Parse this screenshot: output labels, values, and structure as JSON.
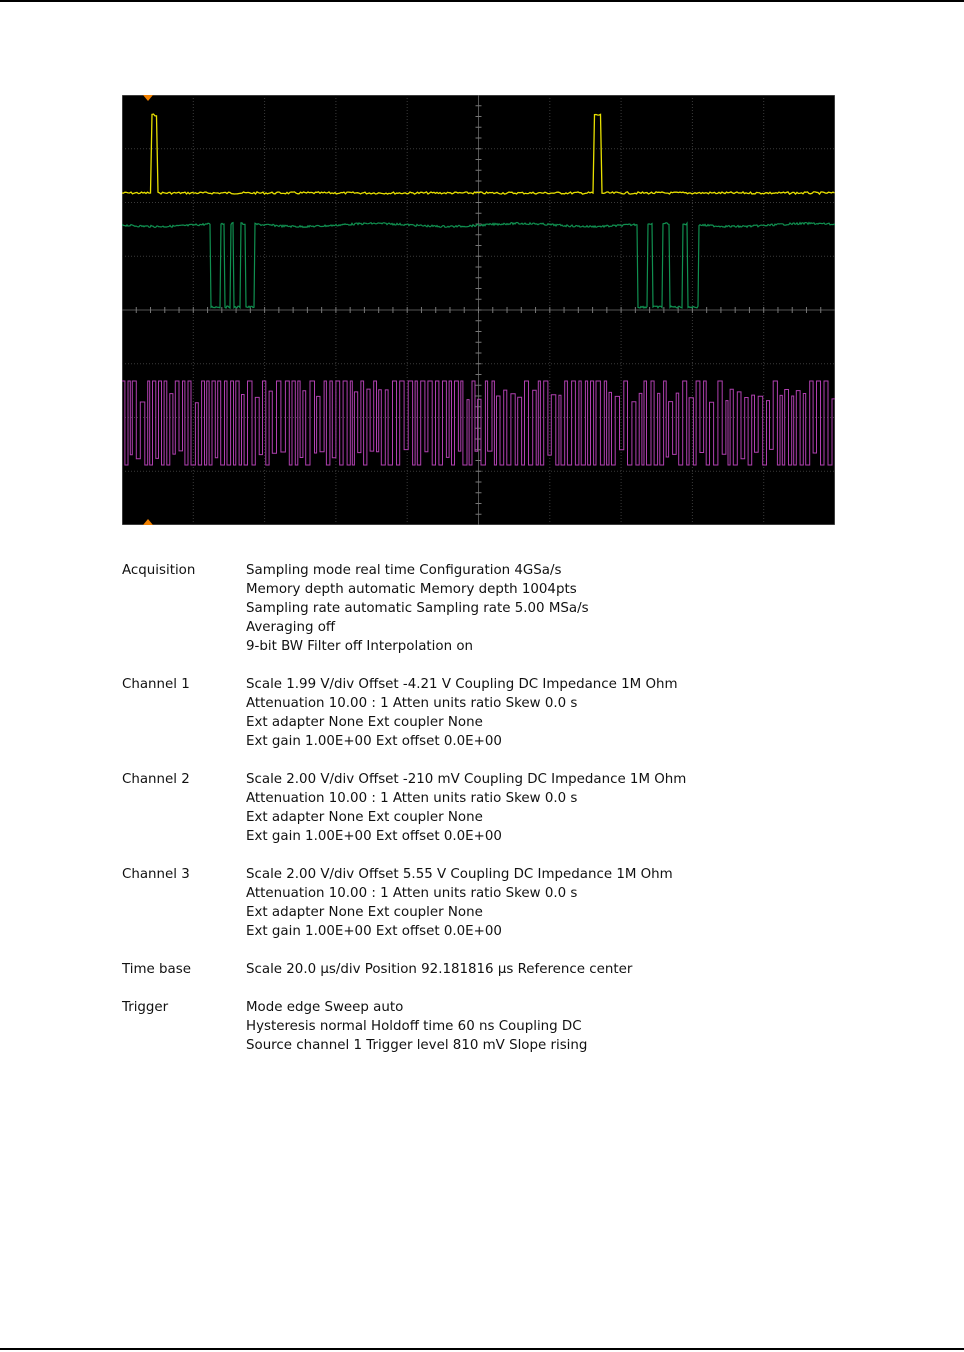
{
  "colors": {
    "screen_background": "#000000",
    "grid": "#3a3a3a",
    "channel1": "#e8e000",
    "channel2": "#109050",
    "channel3": "#b040b0",
    "trigger_marker": "#f08000"
  },
  "sections": [
    {
      "label": "Acquisition",
      "lines": [
        "Sampling mode real time Configuration 4GSa/s",
        "Memory depth automatic Memory depth 1004pts",
        "Sampling rate automatic Sampling rate 5.00 MSa/s",
        "Averaging off",
        "9-bit BW Filter off Interpolation on"
      ]
    },
    {
      "label": "Channel 1",
      "lines": [
        "Scale 1.99 V/div Offset -4.21 V Coupling DC Impedance 1M Ohm",
        "Attenuation 10.00  : 1 Atten units ratio Skew 0.0 s",
        "Ext adapter None Ext coupler None",
        "Ext gain 1.00E+00 Ext offset 0.0E+00"
      ]
    },
    {
      "label": "Channel 2",
      "lines": [
        "Scale 2.00 V/div Offset -210 mV Coupling DC Impedance 1M Ohm",
        "Attenuation 10.00  : 1 Atten units ratio Skew 0.0 s",
        "Ext adapter None Ext coupler None",
        "Ext gain 1.00E+00 Ext offset 0.0E+00"
      ]
    },
    {
      "label": "Channel 3",
      "lines": [
        "Scale 2.00 V/div Offset 5.55 V Coupling DC Impedance 1M Ohm",
        "Attenuation 10.00  : 1 Atten units ratio Skew 0.0 s",
        "Ext adapter None Ext coupler None",
        "Ext gain 1.00E+00 Ext offset 0.0E+00"
      ]
    },
    {
      "label": "Time base",
      "lines": [
        "Scale 20.0 µs/div Position 92.181816 µs Reference center"
      ]
    },
    {
      "label": "Trigger",
      "lines": [
        "Mode edge Sweep auto",
        "Hysteresis normal Holdoff time 60 ns Coupling DC",
        "Source channel 1 Trigger level 810 mV Slope rising"
      ]
    }
  ]
}
